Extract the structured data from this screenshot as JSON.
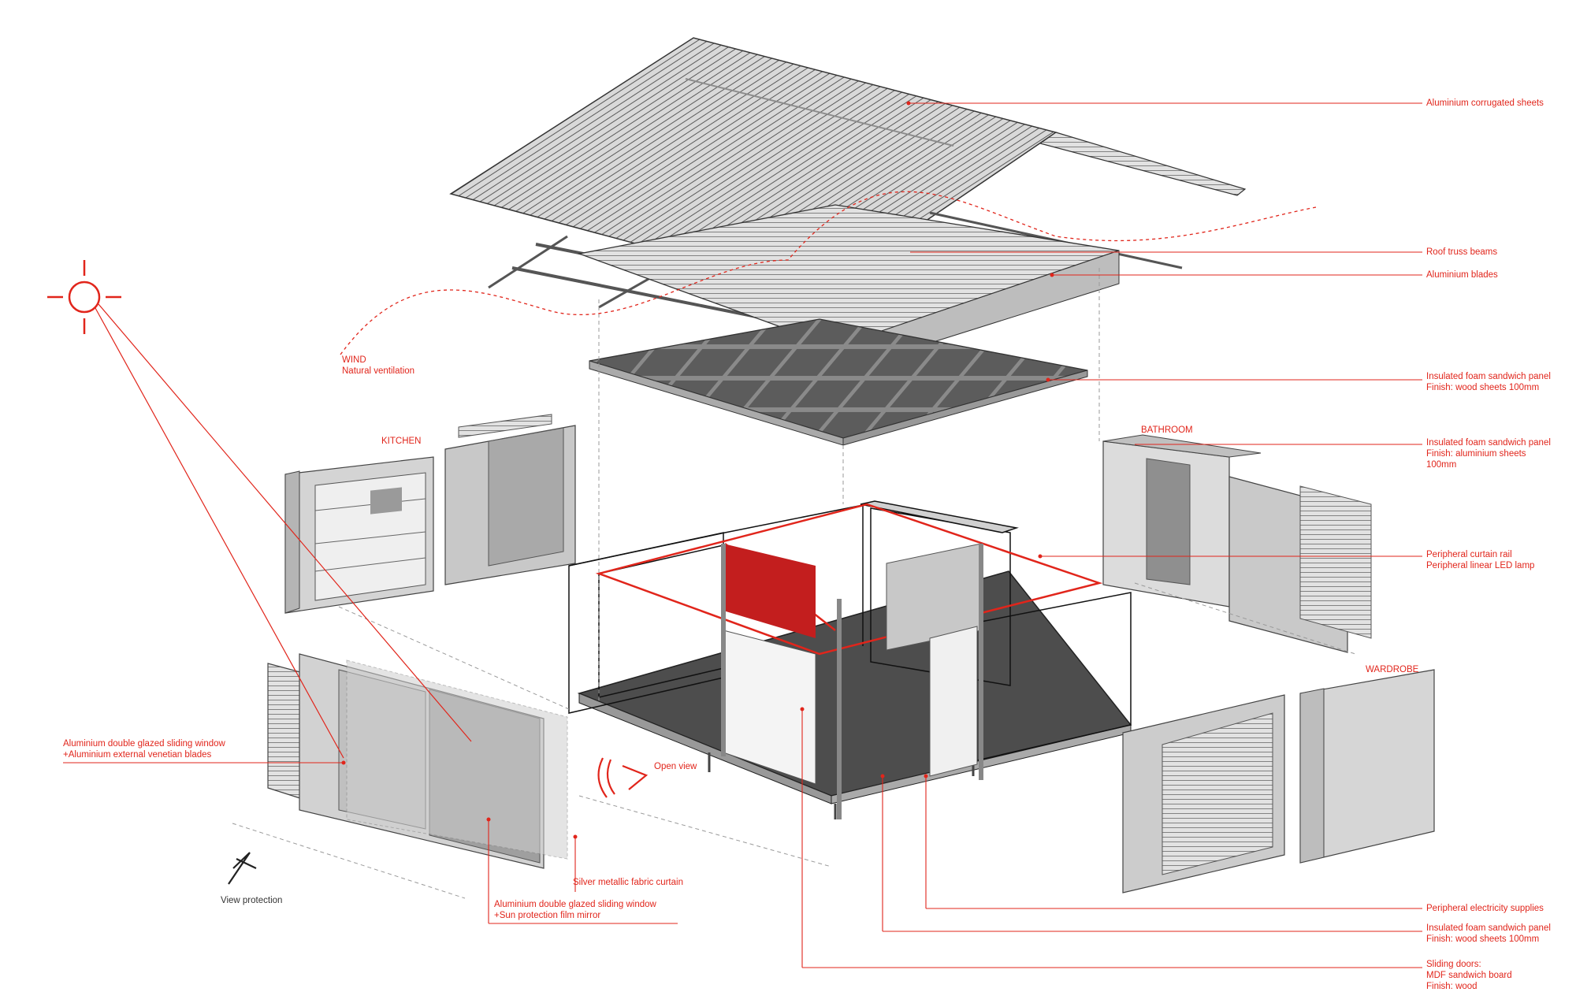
{
  "colors": {
    "accent": "#e1251b",
    "line": "#222222",
    "panel": "#cfcfcf",
    "dark": "#4a4a4a"
  },
  "labels": {
    "roof_sheets": "Aluminium corrugated sheets",
    "roof_truss": "Roof truss beams",
    "alu_blades": "Aluminium blades",
    "ceiling_panel": [
      "Insulated foam sandwich panel",
      "Finish: wood sheets 100mm"
    ],
    "bathroom_panel": [
      "Insulated foam sandwich panel",
      "Finish: aluminium sheets",
      "100mm"
    ],
    "curtain_rail": [
      "Peripheral curtain rail",
      "Peripheral linear LED lamp"
    ],
    "electricity": "Peripheral electricity supplies",
    "floor_panel": [
      "Insulated foam sandwich panel",
      "Finish: wood sheets 100mm"
    ],
    "sliding_doors": [
      "Sliding doors:",
      "MDF sandwich board",
      "Finish: wood"
    ],
    "window_blades": [
      "Aluminium double glazed sliding window",
      "+Aluminium external venetian blades"
    ],
    "fabric_curtain": "Silver metallic fabric curtain",
    "window_film": [
      "Aluminium double glazed sliding window",
      "+Sun protection film mirror"
    ],
    "wind": [
      "WIND",
      "Natural ventilation"
    ],
    "kitchen": "KITCHEN",
    "bathroom": "BATHROOM",
    "wardrobe": "WARDROBE",
    "open_view": "Open view",
    "view_protection": "View protection"
  }
}
